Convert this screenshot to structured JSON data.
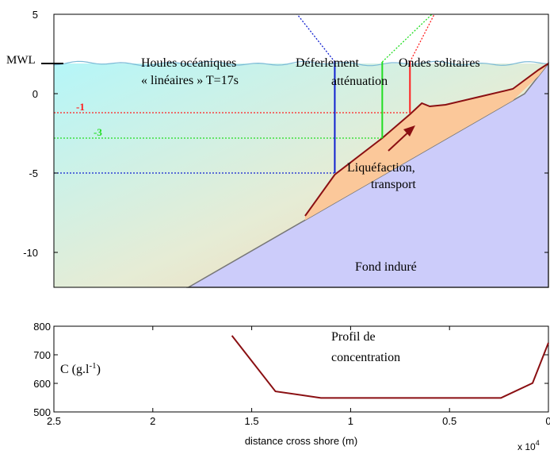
{
  "colors": {
    "water_light": "#b5f4f6",
    "bottom_fill": "#ccccfa",
    "sediment_fill": "#fbc89a",
    "sediment_line": "#8a0f12",
    "red": "#ff2020",
    "green": "#22dd22",
    "blue": "#1020d0",
    "ticks_text": "#000000"
  },
  "chart_data": [
    {
      "type": "area",
      "x_unit": "distance cross shore (m) x 10^4",
      "xlim": [
        2.5,
        0
      ],
      "ylim": [
        -12.2,
        5
      ],
      "ytick_labels": [
        "5",
        "0",
        "-5",
        "-10"
      ],
      "yticks": [
        5,
        0,
        -5,
        -10
      ],
      "mwl_label": "MWL",
      "mwl_level": 1.9,
      "hard_bottom": [
        [
          0,
          1.9
        ],
        [
          0.12,
          0
        ],
        [
          1.82,
          -12.2
        ]
      ],
      "mud_top": [
        [
          1.23,
          -7.7
        ],
        [
          1.08,
          -5.1
        ],
        [
          0.84,
          -2.8
        ],
        [
          0.7,
          -1.3
        ],
        [
          0.64,
          -0.6
        ],
        [
          0.6,
          -0.8
        ],
        [
          0.52,
          -0.7
        ],
        [
          0.35,
          -0.2
        ],
        [
          0.18,
          0.3
        ],
        [
          0.05,
          1.5
        ],
        [
          0,
          1.9
        ]
      ],
      "levels": [
        {
          "label": "-1",
          "y": -1.2,
          "x_from": 2.5,
          "x_to": 0.7
        },
        {
          "label": "-3",
          "y": -2.8,
          "x_from": 2.5,
          "x_to": 0.84
        },
        {
          "label": "",
          "y": -5.0,
          "x_from": 2.5,
          "x_to": 1.08
        }
      ],
      "verticals": [
        {
          "x": 1.08,
          "y_from": 2.0,
          "y_to": -5.0
        },
        {
          "x": 0.84,
          "y_from": 2.0,
          "y_to": -2.8
        },
        {
          "x": 0.7,
          "y_from": 2.0,
          "y_to": -1.2
        }
      ],
      "annotations": {
        "waves": "Houles océaniques",
        "waves_line2": "« linéaires » T=17s",
        "breaking": "Déferlement",
        "attenuation": "atténuation",
        "solitary": "Ondes solitaires",
        "liquefaction": "Liquéfaction,",
        "transport": "transport",
        "hard_bottom": "Fond induré"
      }
    },
    {
      "type": "line",
      "xlabel": "distance cross shore (m)",
      "x_multiplier": "x 10",
      "x_multiplier_exp": "4",
      "xlim": [
        2.5,
        0
      ],
      "ylim": [
        500,
        800
      ],
      "xtick_labels": [
        "2.5",
        "2",
        "1.5",
        "1",
        "0.5",
        "0"
      ],
      "xticks": [
        2.5,
        2,
        1.5,
        1,
        0.5,
        0
      ],
      "ytick_labels": [
        "500",
        "600",
        "700",
        "800"
      ],
      "yticks": [
        500,
        600,
        700,
        800
      ],
      "ylabel": "C (g.l",
      "ylabel_exp": "-1",
      "ylabel_close": ")",
      "annotation_line1": "Profil de",
      "annotation_line2": "concentration",
      "x": [
        1.6,
        1.38,
        1.15,
        0.24,
        0.08,
        0
      ],
      "y": [
        767,
        572,
        549,
        549,
        601,
        742
      ]
    }
  ]
}
